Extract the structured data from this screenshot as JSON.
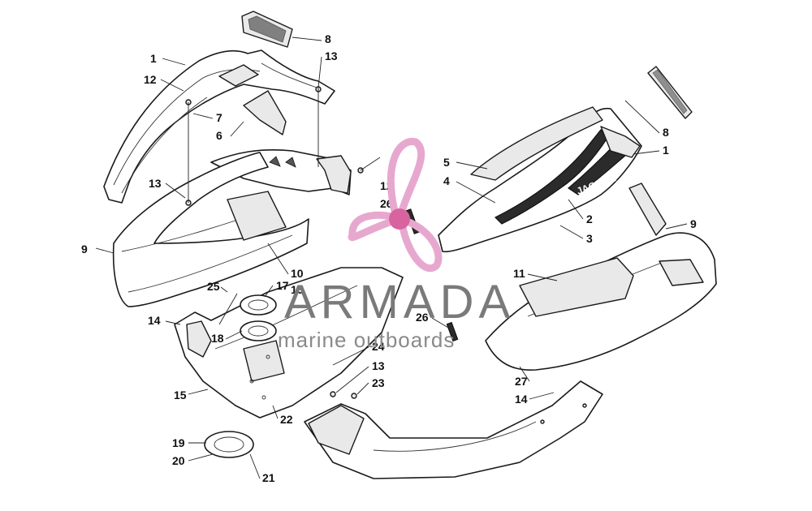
{
  "diagram": {
    "callouts": [
      {
        "label": "1"
      },
      {
        "label": "12"
      },
      {
        "label": "13"
      },
      {
        "label": "8"
      },
      {
        "label": "13"
      },
      {
        "label": "7"
      },
      {
        "label": "6"
      },
      {
        "label": "9"
      },
      {
        "label": "10"
      },
      {
        "label": "5"
      },
      {
        "label": "4"
      },
      {
        "label": "12"
      },
      {
        "label": "26"
      },
      {
        "label": "8"
      },
      {
        "label": "1"
      },
      {
        "label": "2"
      },
      {
        "label": "3"
      },
      {
        "label": "9"
      },
      {
        "label": "11"
      },
      {
        "label": "25"
      },
      {
        "label": "17"
      },
      {
        "label": "16"
      },
      {
        "label": "14"
      },
      {
        "label": "18"
      },
      {
        "label": "26"
      },
      {
        "label": "24"
      },
      {
        "label": "13"
      },
      {
        "label": "23"
      },
      {
        "label": "27"
      },
      {
        "label": "15"
      },
      {
        "label": "22"
      },
      {
        "label": "14"
      },
      {
        "label": "19"
      },
      {
        "label": "20"
      },
      {
        "label": "21"
      }
    ]
  },
  "watermark": {
    "brand": "ARMADA",
    "tagline": "marine outboards",
    "colors": {
      "propeller": "#e7a8cf",
      "hub": "#d9639f",
      "text": "#7a7a7a"
    }
  },
  "decal": {
    "brand_text": "JAGUAR"
  }
}
